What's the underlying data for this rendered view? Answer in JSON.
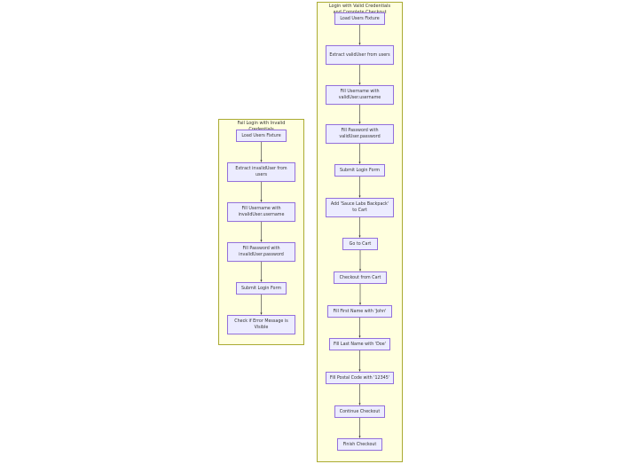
{
  "colors": {
    "cluster_fill": "#ffffde",
    "cluster_border": "#aaaa33",
    "node_fill": "#ececff",
    "node_border": "#9370db",
    "edge": "#333333"
  },
  "clusters": [
    {
      "title": "Fail Login with Invalid Credentials",
      "nodes": [
        "Load Users Fixture",
        "Extract invalidUser from users",
        "Fill Username with invalidUser.username",
        "Fill Password with invalidUser.password",
        "Submit Login Form",
        "Check if Error Message is Visible"
      ]
    },
    {
      "title": "Login with Valid Credentials and Complete Checkout",
      "nodes": [
        "Load Users Fixture",
        "Extract validUser from users",
        "Fill Username with validUser.username",
        "Fill Password with validUser.password",
        "Submit Login Form",
        "Add 'Sauce Labs Backpack' to Cart",
        "Go to Cart",
        "Checkout from Cart",
        "Fill First Name with 'John'",
        "Fill Last Name with 'Doe'",
        "Fill Postal Code with '12345'",
        "Continue Checkout",
        "Finish Checkout"
      ]
    }
  ]
}
